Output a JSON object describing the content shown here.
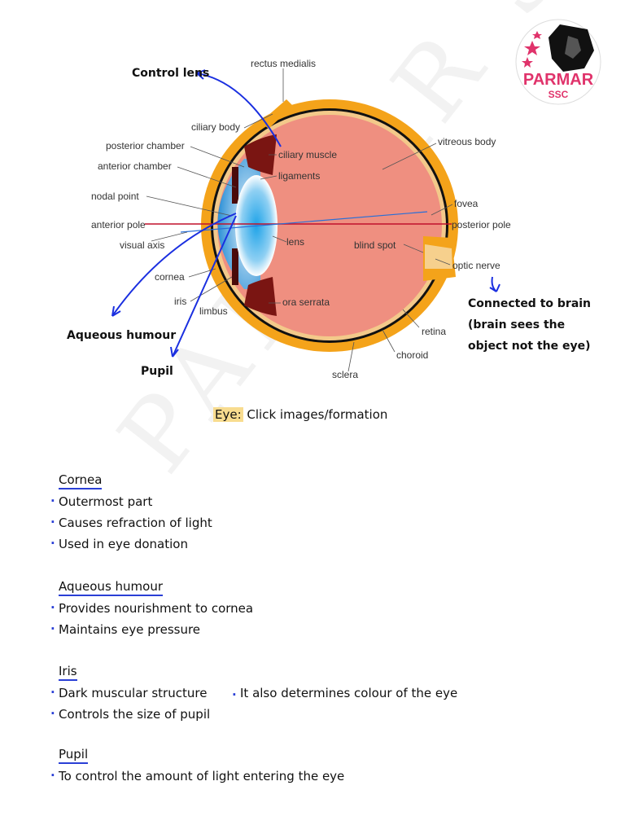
{
  "diagram": {
    "labels": {
      "rectus_medialis": "rectus medialis",
      "ciliary_body": "ciliary body",
      "posterior_chamber": "posterior chamber",
      "anterior_chamber": "anterior chamber",
      "nodal_point": "nodal point",
      "anterior_pole": "anterior pole",
      "visual_axis": "visual axis",
      "cornea": "cornea",
      "iris": "iris",
      "limbus": "limbus",
      "ciliary_muscle": "ciliary muscle",
      "ligaments": "ligaments",
      "lens": "lens",
      "ora_serrata": "ora serrata",
      "vitreous_body": "vitreous body",
      "fovea": "fovea",
      "posterior_pole": "posterior pole",
      "blind_spot": "blind spot",
      "optic_nerve": "optic nerve",
      "retina": "retina",
      "choroid": "choroid",
      "sclera": "sclera"
    },
    "annotations": {
      "control_lens": "Control lens",
      "aqueous_humour": "Aqueous humour",
      "pupil": "Pupil",
      "brain_1": "Connected to brain",
      "brain_2": "(brain sees the",
      "brain_3": "object not the eye)"
    }
  },
  "logo": {
    "line1": "PARMAR",
    "line2": "SSC"
  },
  "watermark": "PARMAR SSC",
  "caption": {
    "highlight": "Eye:",
    "rest": " Click images/formation"
  },
  "sections": {
    "cornea": {
      "title": "Cornea",
      "items": [
        "Outermost part",
        "Causes refraction of light",
        "Used in eye donation"
      ]
    },
    "aqueous": {
      "title": "Aqueous humour",
      "items": [
        "Provides nourishment to cornea",
        "Maintains eye pressure"
      ]
    },
    "iris": {
      "title": "Iris",
      "items": [
        "Dark muscular structure",
        "Controls the size of pupil"
      ],
      "extra": "It also determines colour of the eye"
    },
    "pupil": {
      "title": "Pupil",
      "items": [
        "To control the amount of light entering the eye"
      ]
    }
  },
  "colors": {
    "annotation_blue": "#1a2fe0",
    "sclera": "#f4a31a",
    "vitreous": "#ef8f80",
    "logo_pink": "#e0336b"
  }
}
